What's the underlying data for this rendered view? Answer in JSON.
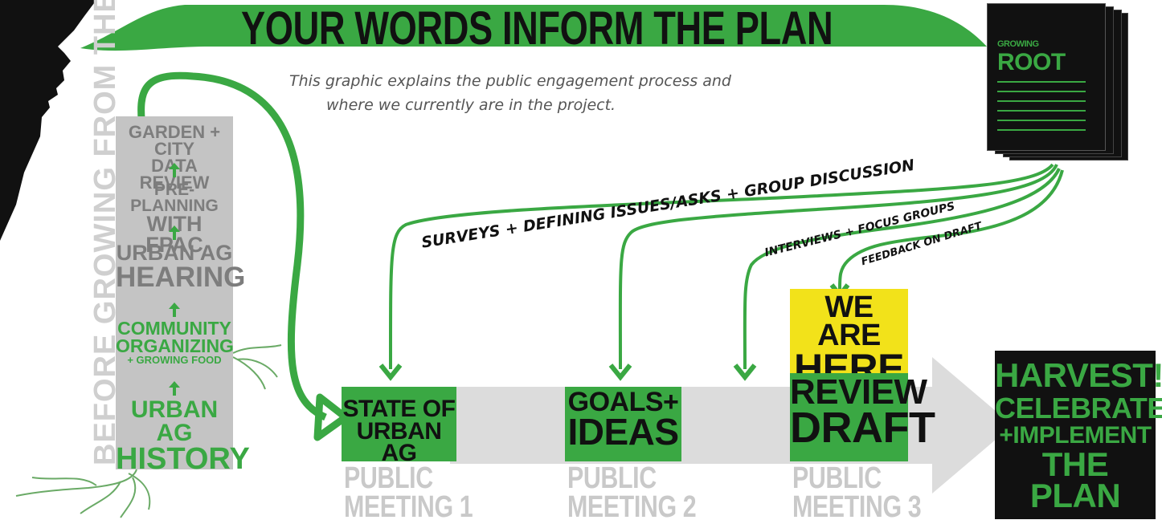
{
  "title": "YOUR WORDS INFORM THE PLAN",
  "subtitle": {
    "line1": "This graphic explains the public engagement process and",
    "line2": "where we currently are in the project."
  },
  "vertical_label": "BEFORE GROWING FROM THE ROOT",
  "sidebar_steps": [
    {
      "line1": "GARDEN + CITY",
      "line2": "DATA REVIEW"
    },
    {
      "line1": "PRE-PLANNING",
      "line2": "WITH FPAC"
    },
    {
      "line1": "URBAN AG",
      "line2": "HEARING"
    },
    {
      "line1": "COMMUNITY",
      "line2": "ORGANIZING",
      "line3": "+ GROWING FOOD"
    },
    {
      "line1": "URBAN AG",
      "line2": "HISTORY"
    }
  ],
  "engagement_labels": {
    "surveys": "SURVEYS + DEFINING ISSUES/ASKS + GROUP DISCUSSION",
    "interviews": "INTERVIEWS + FOCUS GROUPS",
    "feedback": "FEEDBACK ON DRAFT"
  },
  "document": {
    "title1": "GROWING",
    "title2": "ROOT"
  },
  "stages": [
    {
      "box_line1": "STATE OF",
      "box_line2": "URBAN AG",
      "meeting_line1": "PUBLIC",
      "meeting_line2": "MEETING 1"
    },
    {
      "box_line1": "GOALS+",
      "box_line2": "IDEAS",
      "meeting_line1": "PUBLIC",
      "meeting_line2": "MEETING 2"
    },
    {
      "box_line1": "REVIEW",
      "box_line2": "DRAFT",
      "meeting_line1": "PUBLIC",
      "meeting_line2": "MEETING 3"
    }
  ],
  "we_are_here": {
    "line1": "WE ARE",
    "line2": "HERE"
  },
  "harvest": {
    "line1": "HARVEST!",
    "line2": "CELEBRATE",
    "line3": "+IMPLEMENT",
    "line4": "THE PLAN"
  },
  "colors": {
    "green": "#3aa843",
    "yellow": "#f2e21a",
    "black": "#111111",
    "gray": "#c4c4c4",
    "light_gray": "#dcdcdc"
  }
}
